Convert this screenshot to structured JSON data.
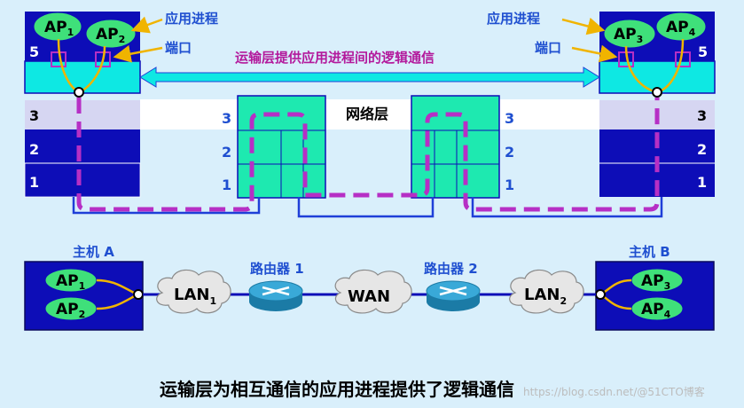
{
  "colors": {
    "background": "#d9effb",
    "layer_blue": "#0d0db7",
    "layer_cyan": "#0ee8e3",
    "layer3_band": "#d6d6f2",
    "router_fill": "#1ee9b0",
    "magenta": "#b62fc5",
    "link_blue": "#1f3fd8",
    "ap_orange": "#f0b400",
    "ap_fill": "#3fe07a",
    "label_blue": "#1f4fd0"
  },
  "top": {
    "left_host": {
      "ap_a": {
        "main": "AP",
        "sub": "1"
      },
      "ap_b": {
        "main": "AP",
        "sub": "2"
      },
      "layer5": "5",
      "layer3": "3",
      "layer2": "2",
      "layer1": "1"
    },
    "right_host": {
      "ap_a": {
        "main": "AP",
        "sub": "3"
      },
      "ap_b": {
        "main": "AP",
        "sub": "4"
      },
      "layer5": "5",
      "layer3": "3",
      "layer2": "2",
      "layer1": "1"
    },
    "annotation_app_process_left": "应用进程",
    "annotation_port_left": "端口",
    "annotation_app_process_right": "应用进程",
    "annotation_port_right": "端口",
    "transport_arrow_label": "运输层提供应用进程间的逻辑通信",
    "network_layer_label": "网络层",
    "router_left_layers": [
      "3",
      "2",
      "1"
    ],
    "router_right_layers": [
      "3",
      "2",
      "1"
    ]
  },
  "bottom": {
    "host_a_label": "主机 A",
    "host_b_label": "主机 B",
    "host_a_aps": [
      {
        "main": "AP",
        "sub": "1"
      },
      {
        "main": "AP",
        "sub": "2"
      }
    ],
    "host_b_aps": [
      {
        "main": "AP",
        "sub": "3"
      },
      {
        "main": "AP",
        "sub": "4"
      }
    ],
    "router1_label": "路由器 1",
    "router2_label": "路由器 2",
    "lan1": {
      "main": "LAN",
      "sub": "1"
    },
    "wan": {
      "main": "WAN"
    },
    "lan2": {
      "main": "LAN",
      "sub": "2"
    }
  },
  "caption": "运输层为相互通信的应用进程提供了逻辑通信",
  "watermark": "https://blog.csdn.net/@51CTO博客"
}
